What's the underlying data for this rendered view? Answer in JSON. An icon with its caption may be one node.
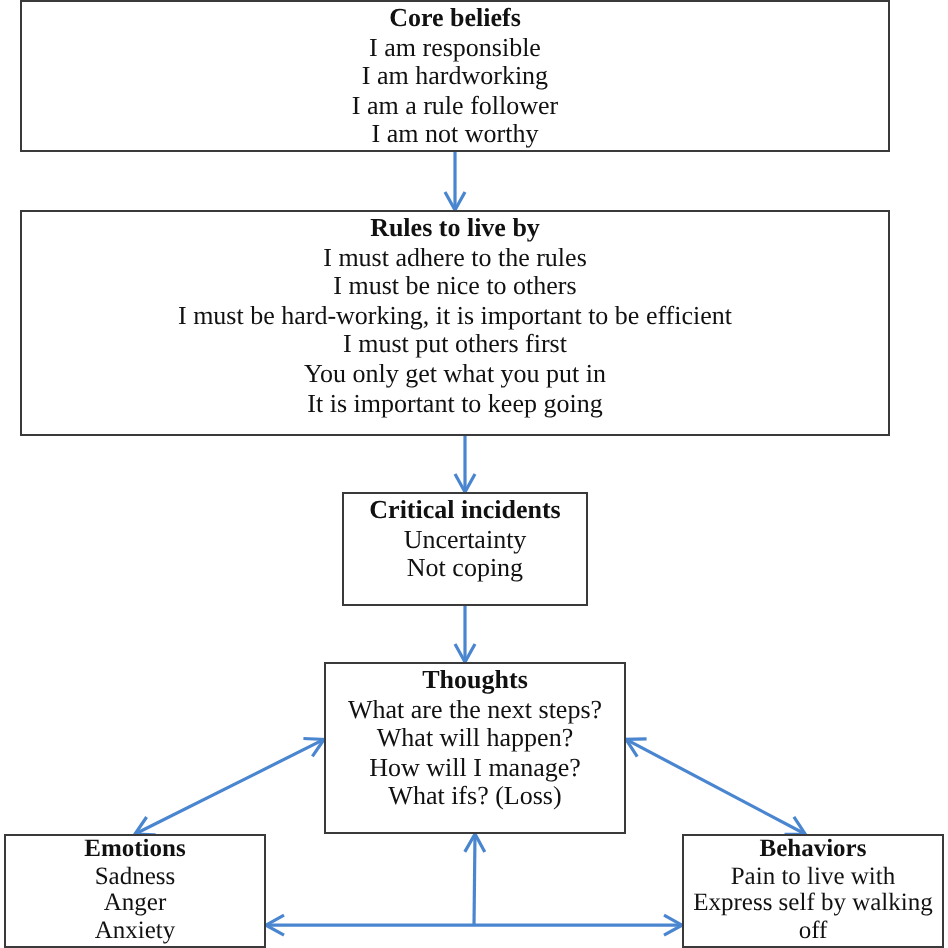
{
  "diagram": {
    "nodes": [
      {
        "text": [
          "Core beliefs",
          "I am responsible",
          "I am hardworking",
          "I am a rule follower",
          "I am not worthy"
        ]
      },
      {
        "text": [
          "Rules to live by",
          "I must adhere to the rules",
          "I must be nice to others",
          "I must be hard-working, it is important to be efficient",
          "I must put others first",
          "You only get what you put in",
          "It is important to keep going"
        ]
      },
      {
        "text": [
          "Critical incidents",
          "Uncertainty",
          "Not coping"
        ]
      },
      {
        "text": [
          "Thoughts",
          "What are the next steps?",
          "What will happen?",
          "How will I manage?",
          "What ifs? (Loss)"
        ]
      },
      {
        "text": [
          "Emotions",
          "Sadness",
          "Anger",
          "Anxiety"
        ]
      },
      {
        "text": [
          "Behaviors",
          "Pain to live with",
          "Express self by walking off"
        ]
      }
    ],
    "edges": [
      {
        "from": 0,
        "to": 1,
        "arrow": "to"
      },
      {
        "from": 1,
        "to": 2,
        "arrow": "to"
      },
      {
        "from": 2,
        "to": 3,
        "arrow": "to"
      },
      {
        "from": 3,
        "to": 4,
        "arrow": "both"
      },
      {
        "from": 3,
        "to": 5,
        "arrow": "both"
      },
      {
        "from": 4,
        "to": 5,
        "arrow": "both"
      },
      {
        "from": null,
        "to": 3,
        "arrow": "to"
      }
    ]
  }
}
